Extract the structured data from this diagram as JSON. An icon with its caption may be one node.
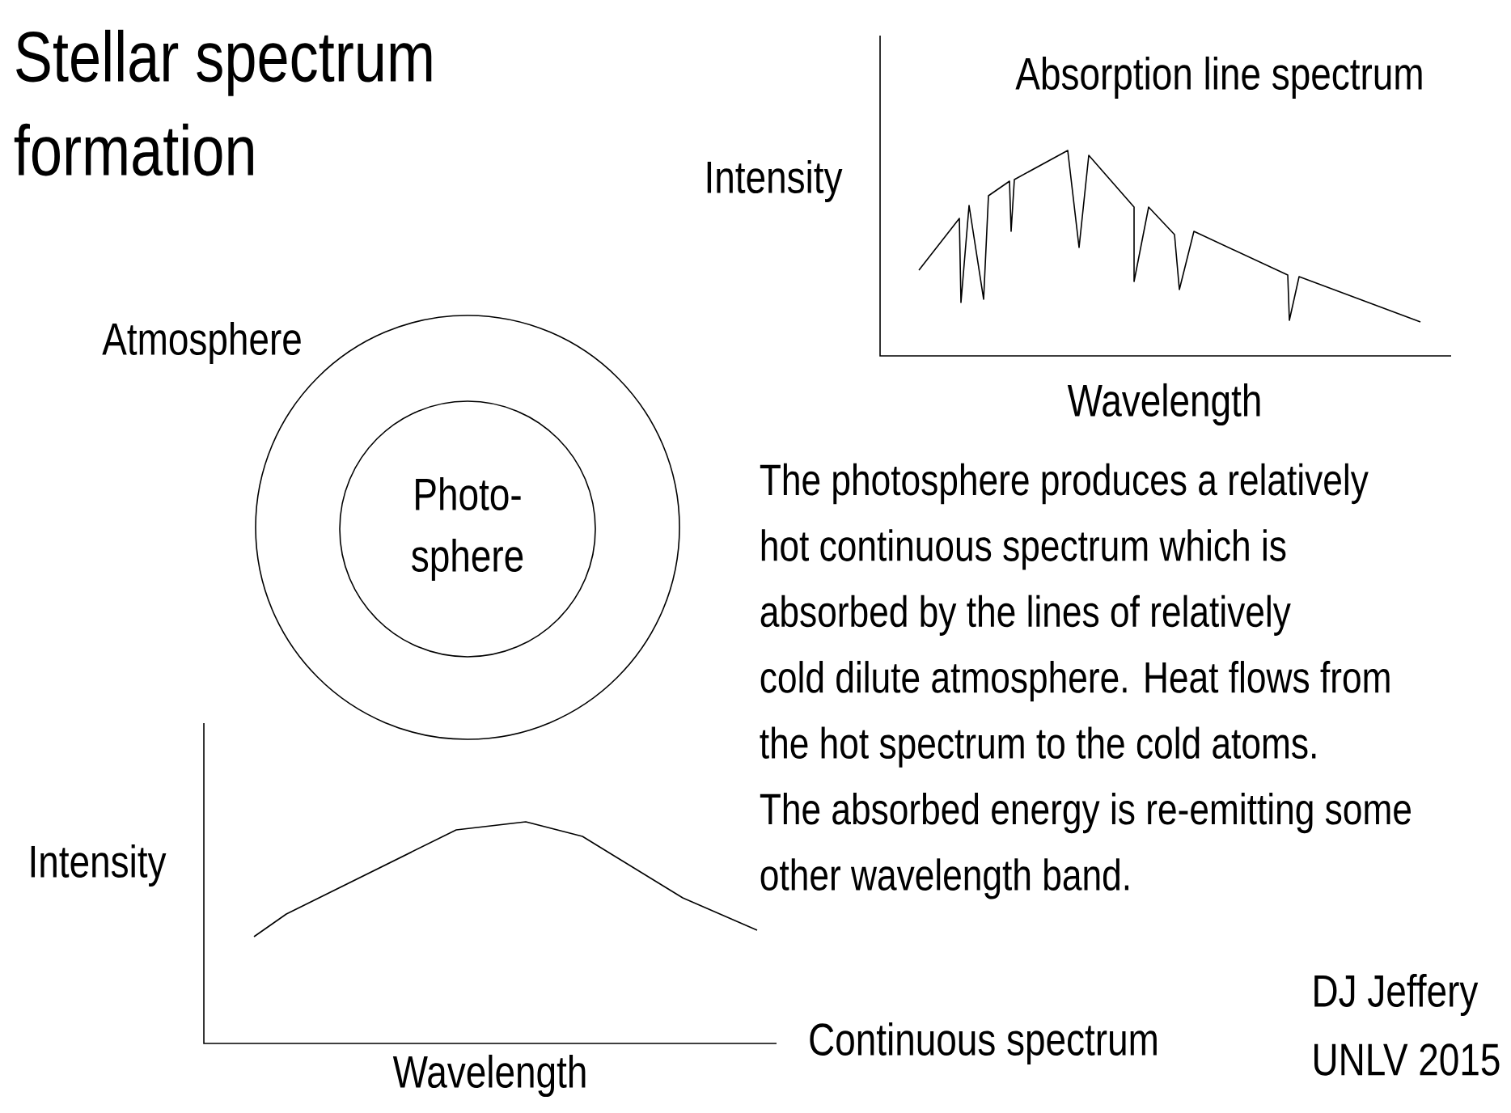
{
  "diagram": {
    "title": "Stellar spectrum formation",
    "nodes": [
      {
        "text": [
          "Atmosphere"
        ]
      },
      {
        "text": [
          "Photo- sphere"
        ],
        "in": 0
      }
    ],
    "labels": [
      "Absorption line spectrum",
      "Intensity",
      "Wavelength",
      "The photosphere produces a relatively hot continuous spectrum which is absorbed by the lines of relatively cold dilute atmosphere. Heat flows from the hot spectrum to the cold atoms. The absorbed energy is re-emitting some other wavelength band.",
      "Intensity",
      "DJ Jeffery",
      "Continuous spectrum",
      "UNLV 2015",
      "Wavelength"
    ]
  }
}
